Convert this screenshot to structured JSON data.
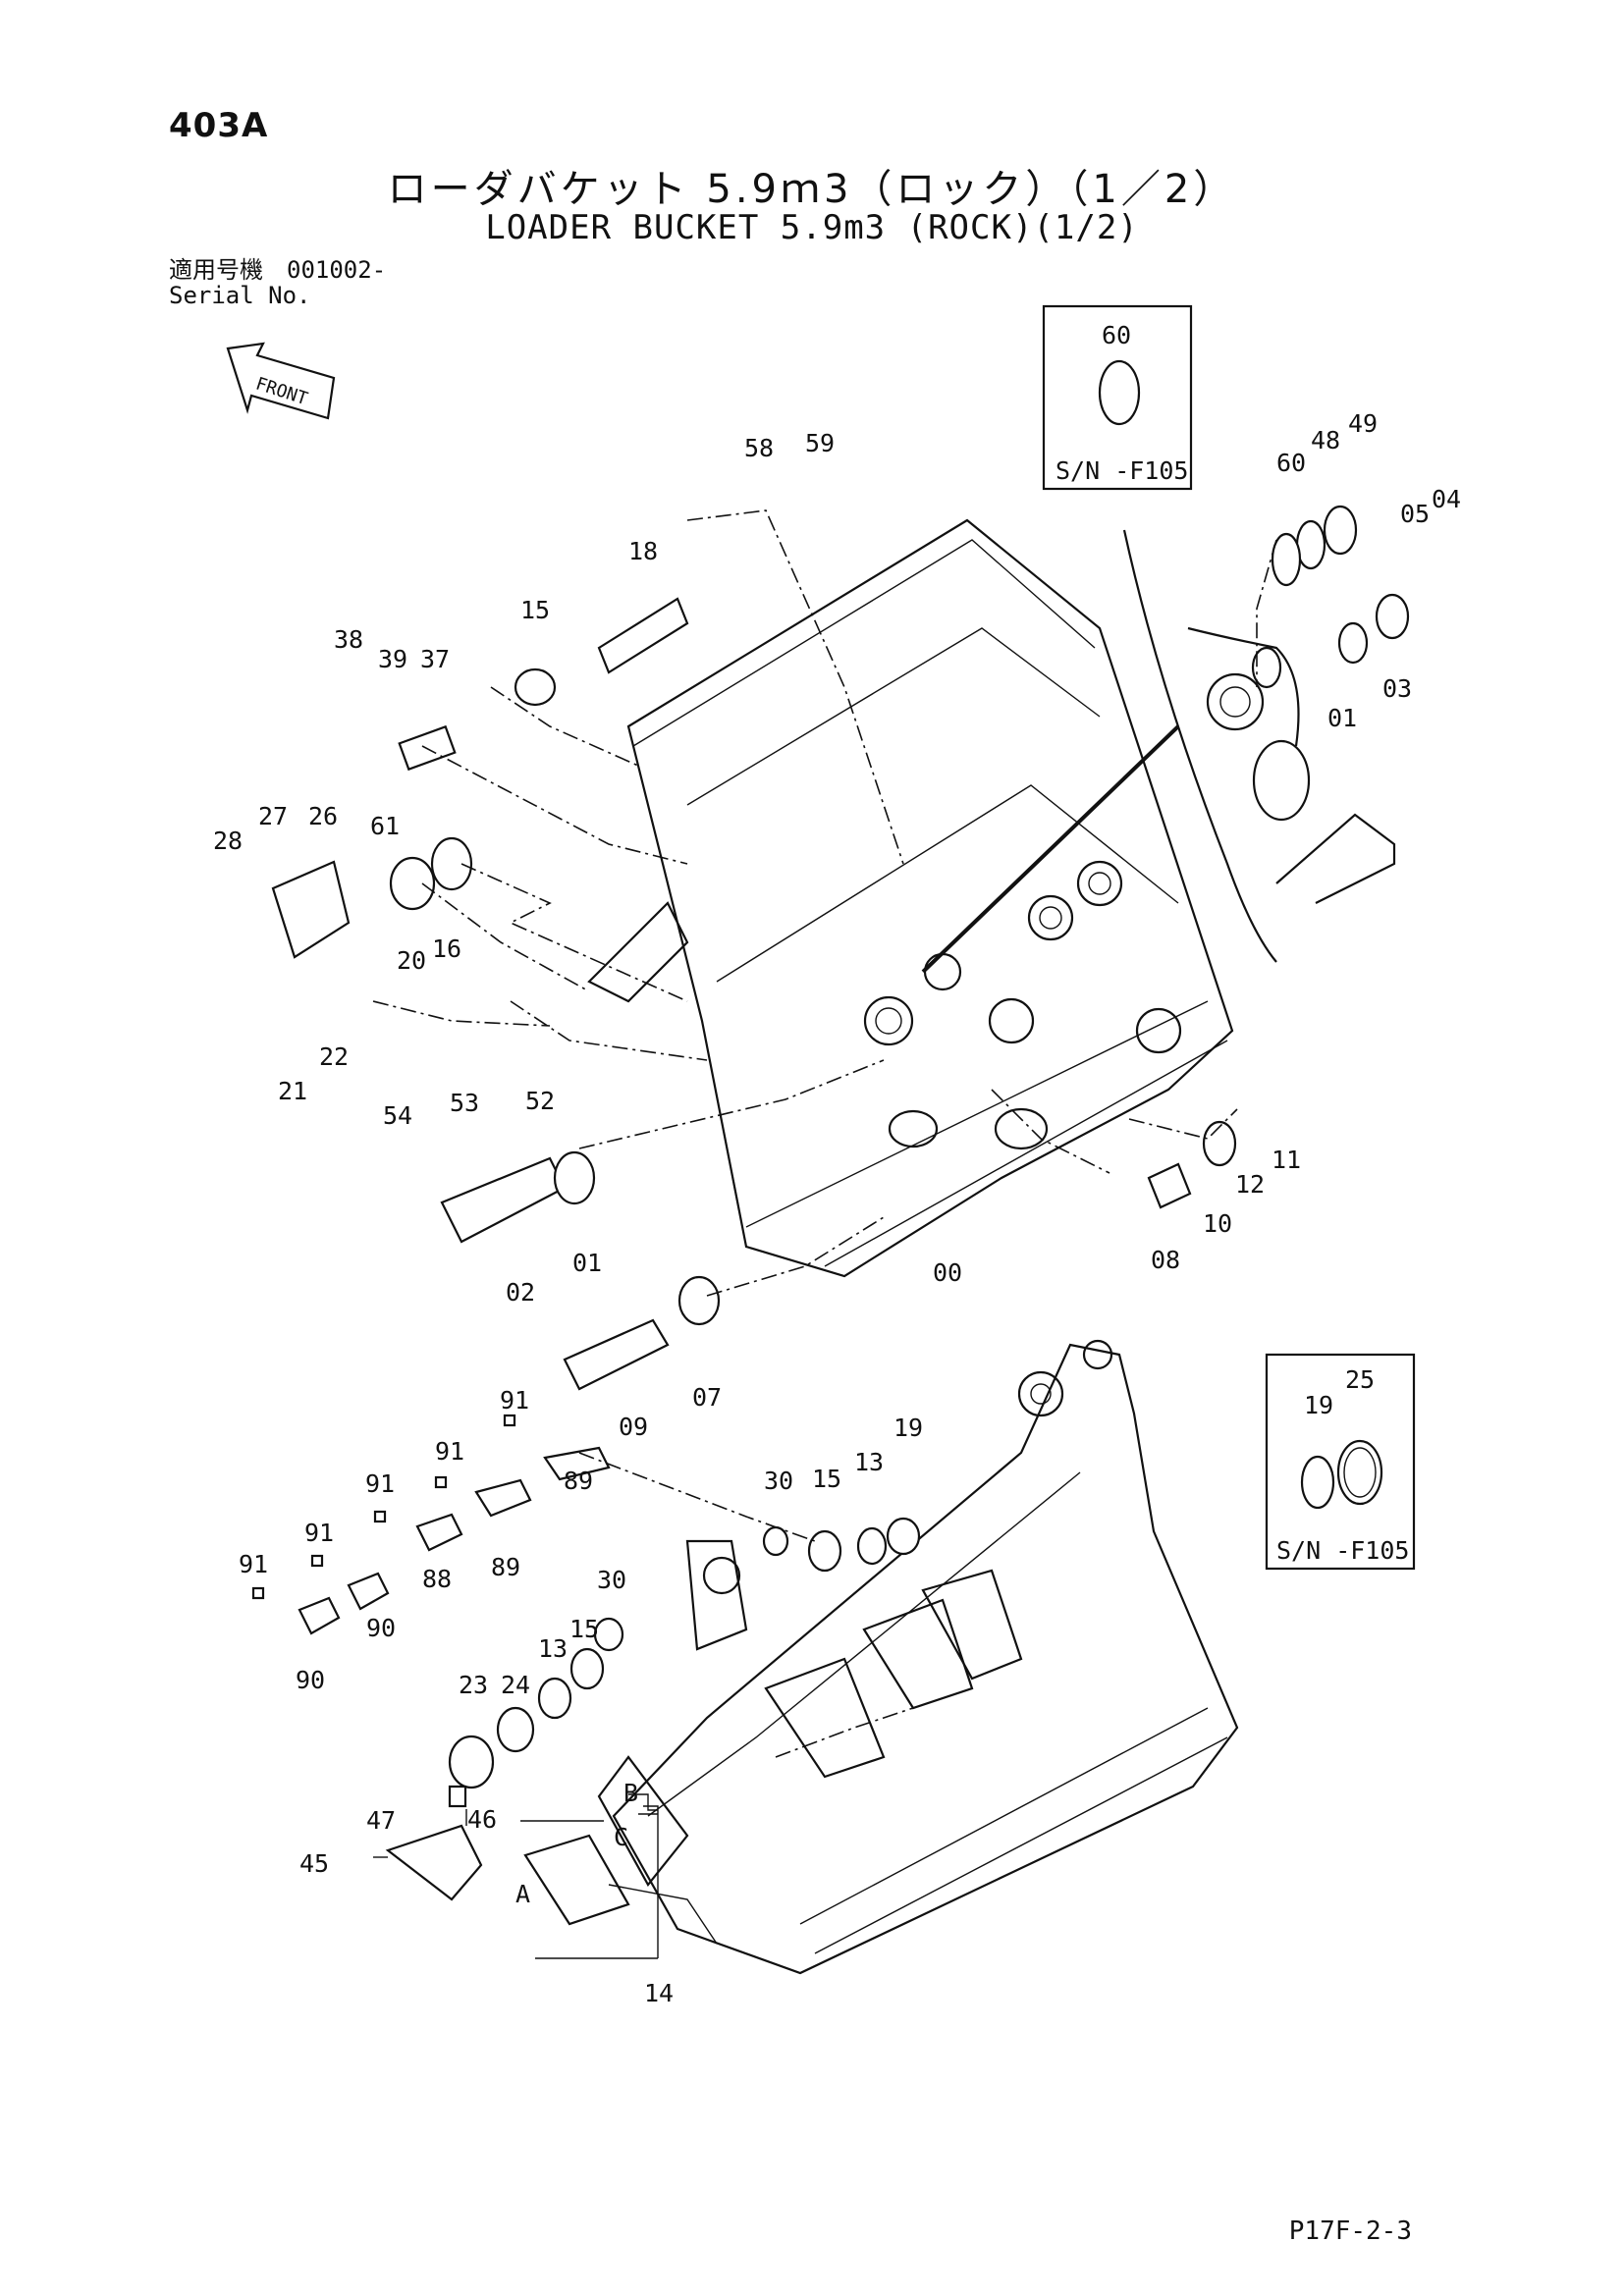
{
  "header": {
    "page_code": "403A",
    "title_jp": "ローダバケット 5.9ｍ3（ロック）（1／2）",
    "title_en": "LOADER BUCKET 5.9m3 (ROCK)(1/2)",
    "serial_label_jp": "適用号機",
    "serial_label_en": "Serial No.",
    "serial_value": "001002-"
  },
  "front_arrow": {
    "label": "FRONT"
  },
  "insets": [
    {
      "label": "S/N -F105",
      "part_numbers": [
        "60"
      ]
    },
    {
      "label": "S/N -F105",
      "part_numbers": [
        "19",
        "25"
      ]
    }
  ],
  "callouts": [
    "60",
    "48",
    "49",
    "05",
    "04",
    "03",
    "01",
    "58",
    "59",
    "18",
    "15",
    "38",
    "39",
    "37",
    "28",
    "27",
    "26",
    "61",
    "20",
    "16",
    "21",
    "22",
    "54",
    "53",
    "52",
    "11",
    "12",
    "10",
    "08",
    "00",
    "02",
    "01",
    "09",
    "07",
    "91",
    "91",
    "91",
    "91",
    "91",
    "89",
    "89",
    "88",
    "90",
    "90",
    "19",
    "13",
    "15",
    "30",
    "30",
    "15",
    "13",
    "24",
    "23",
    "47",
    "46",
    "45",
    "B",
    "C",
    "A",
    "14"
  ],
  "footer": {
    "code": "P17F-2-3"
  }
}
